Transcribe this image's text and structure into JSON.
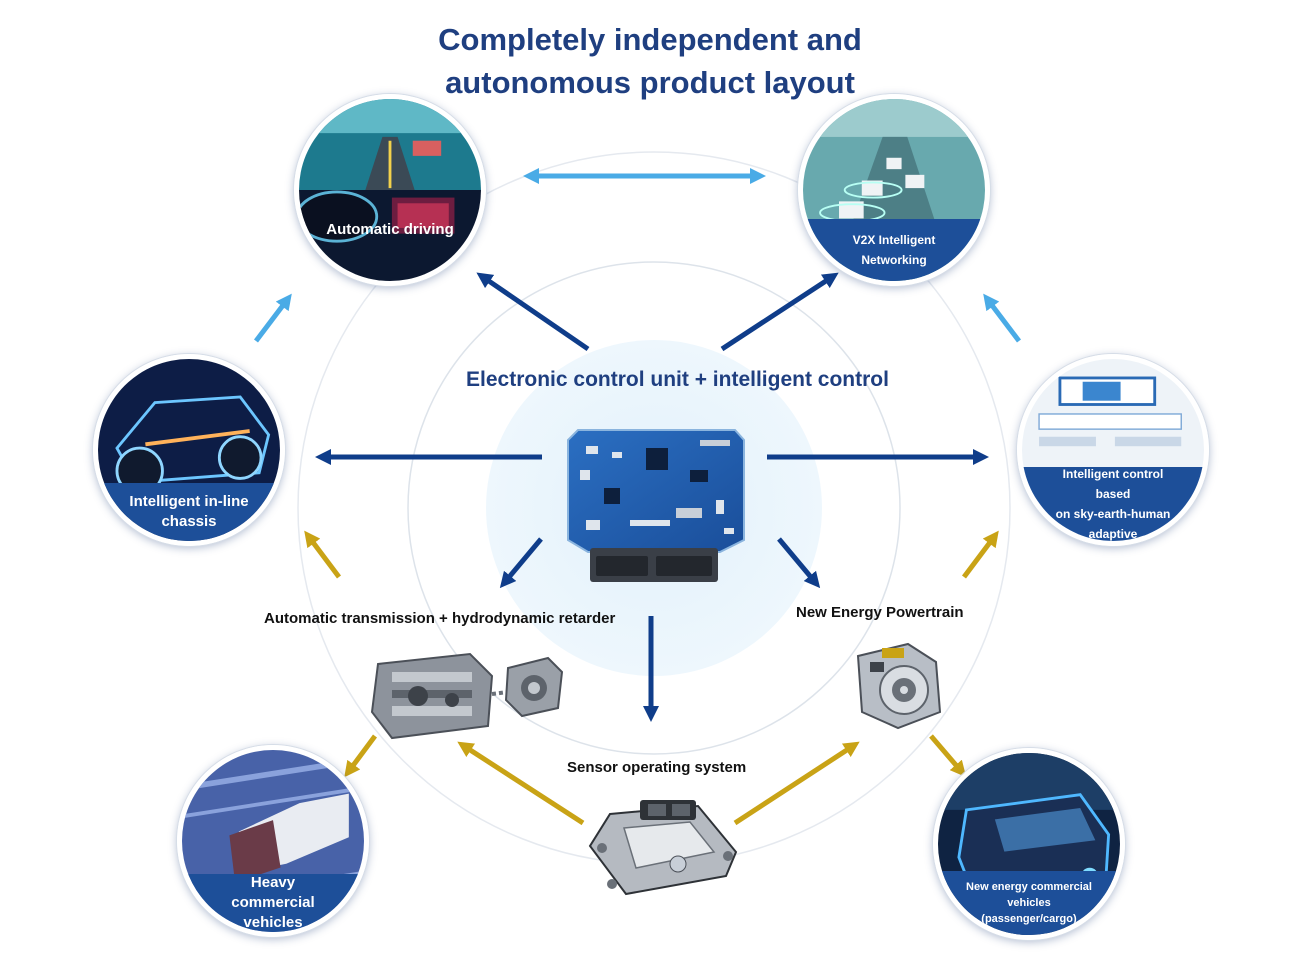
{
  "title": {
    "line1": "Completely independent and",
    "line2": "autonomous product layout"
  },
  "center": {
    "title": "Electronic control unit + intelligent control",
    "image_icon": "ecu-circuit-board-icon"
  },
  "nodes": {
    "automatic_driving": {
      "label": "Automatic driving"
    },
    "v2x": {
      "label_line1": "V2X Intelligent",
      "label_line2": "Networking"
    },
    "chassis": {
      "label_line1": "Intelligent in-line",
      "label_line2": "chassis"
    },
    "sky_earth": {
      "label_line1": "Intelligent control based",
      "label_line2": "on sky-earth-human",
      "label_line3": "adaptive"
    },
    "heavy": {
      "label_line1": "Heavy commercial",
      "label_line2": "vehicles"
    },
    "new_energy_vehicles": {
      "label_line1": "New energy commercial",
      "label_line2": "vehicles",
      "label_line3": "(passenger/cargo)"
    }
  },
  "products": {
    "transmission": {
      "label": "Automatic transmission + hydrodynamic retarder",
      "icon": "gearbox-icon"
    },
    "powertrain": {
      "label": "New Energy Powertrain",
      "icon": "electric-motor-icon"
    },
    "sensor": {
      "label": "Sensor operating system",
      "icon": "controller-box-icon"
    }
  },
  "colors": {
    "title": "#1f3f80",
    "dark_arrow": "#0f3d8a",
    "light_arrow": "#4aabe6",
    "gold_arrow": "#c9a316",
    "label_band": "#1d4f99",
    "center_glow": "#eaf5fc"
  }
}
